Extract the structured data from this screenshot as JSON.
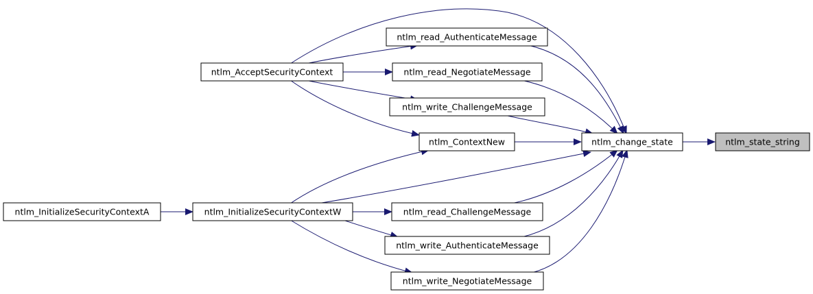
{
  "colors": {
    "edge": "#191970",
    "node_border": "#000000",
    "node_fill": "#ffffff",
    "highlight_fill": "#bfbfbf"
  },
  "nodes": {
    "initialize_a": "ntlm_InitializeSecurityContextA",
    "initialize_w": "ntlm_InitializeSecurityContextW",
    "accept": "ntlm_AcceptSecurityContext",
    "read_authenticate": "ntlm_read_AuthenticateMessage",
    "read_negotiate": "ntlm_read_NegotiateMessage",
    "write_challenge": "ntlm_write_ChallengeMessage",
    "context_new": "ntlm_ContextNew",
    "read_challenge": "ntlm_read_ChallengeMessage",
    "write_authenticate": "ntlm_write_AuthenticateMessage",
    "write_negotiate": "ntlm_write_NegotiateMessage",
    "change_state": "ntlm_change_state",
    "state_string": "ntlm_state_string"
  }
}
